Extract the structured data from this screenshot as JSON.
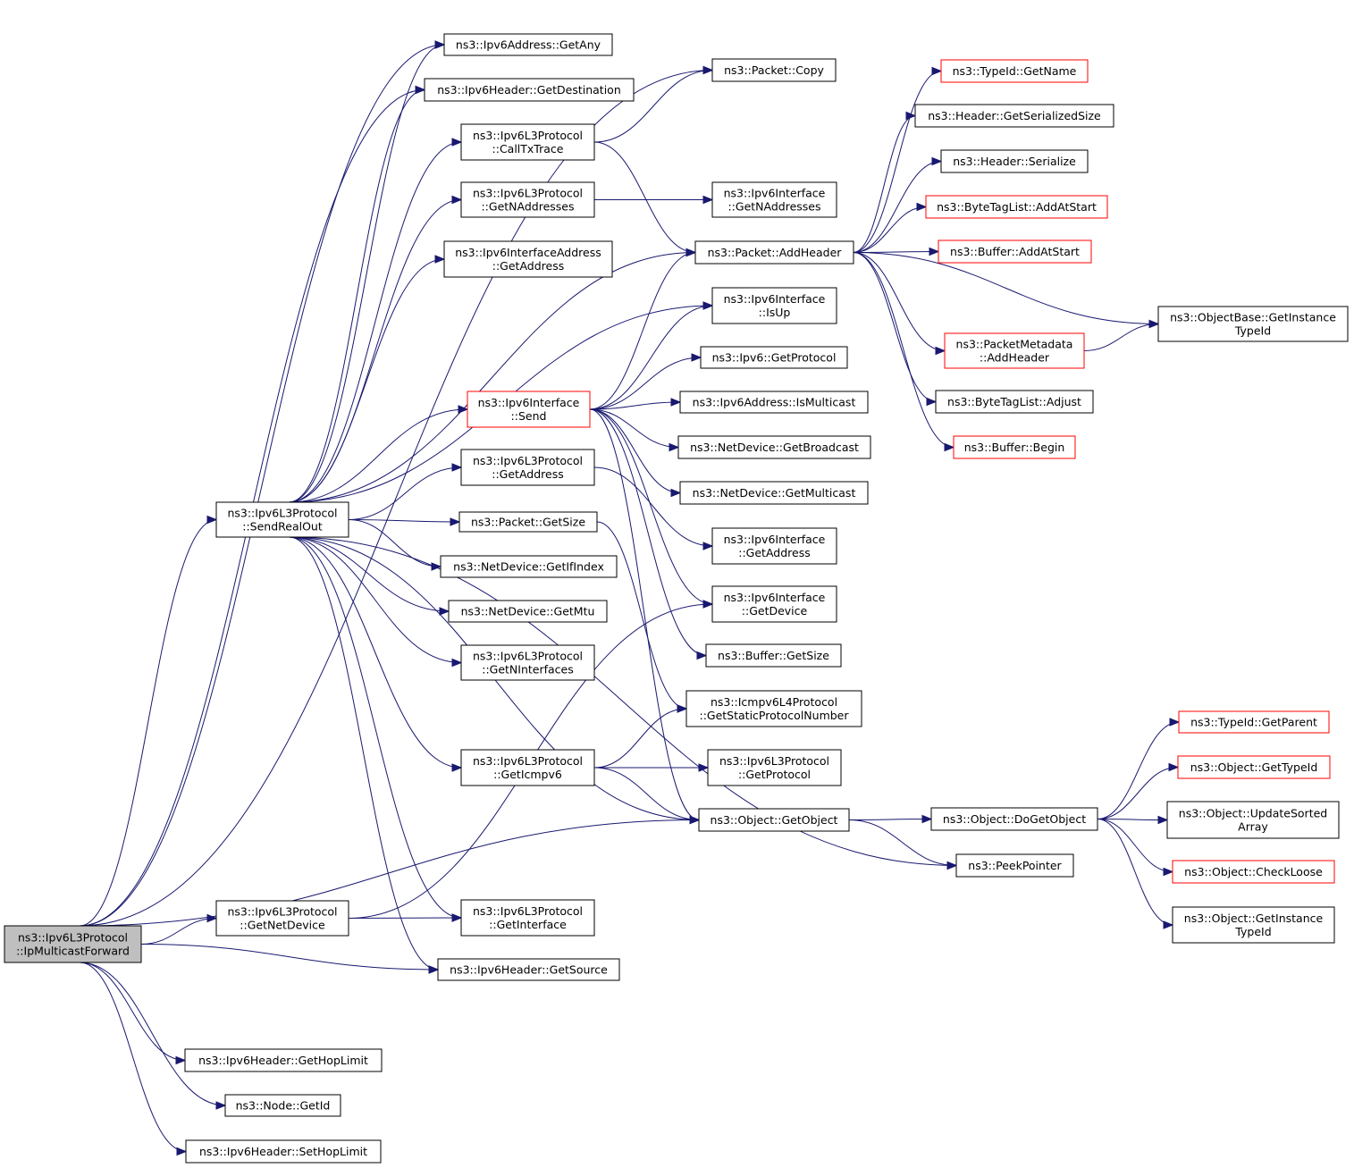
{
  "colors": {
    "edge": "#191970",
    "border": "#000000",
    "partial_border": "#ff0000",
    "root_fill": "#bfbfbf"
  },
  "nodes": [
    {
      "id": "root",
      "lines": [
        "ns3::Ipv6L3Protocol",
        "::IpMulticastForward"
      ],
      "style": "root"
    },
    {
      "id": "sendRealOut",
      "lines": [
        "ns3::Ipv6L3Protocol",
        "::SendRealOut"
      ]
    },
    {
      "id": "getNetDevice",
      "lines": [
        "ns3::Ipv6L3Protocol",
        "::GetNetDevice"
      ]
    },
    {
      "id": "getHopLimit",
      "lines": [
        "ns3::Ipv6Header::GetHopLimit"
      ]
    },
    {
      "id": "nodeGetId",
      "lines": [
        "ns3::Node::GetId"
      ]
    },
    {
      "id": "setHopLimit",
      "lines": [
        "ns3::Ipv6Header::SetHopLimit"
      ]
    },
    {
      "id": "getAny",
      "lines": [
        "ns3::Ipv6Address::GetAny"
      ]
    },
    {
      "id": "getDestination",
      "lines": [
        "ns3::Ipv6Header::GetDestination"
      ]
    },
    {
      "id": "callTxTrace",
      "lines": [
        "ns3::Ipv6L3Protocol",
        "::CallTxTrace"
      ]
    },
    {
      "id": "l3GetNAddresses",
      "lines": [
        "ns3::Ipv6L3Protocol",
        "::GetNAddresses"
      ]
    },
    {
      "id": "ifaceAddrGetAddress",
      "lines": [
        "ns3::Ipv6InterfaceAddress",
        "::GetAddress"
      ]
    },
    {
      "id": "ifaceSend",
      "lines": [
        "ns3::Ipv6Interface",
        "::Send"
      ],
      "style": "partial"
    },
    {
      "id": "l3GetAddress",
      "lines": [
        "ns3::Ipv6L3Protocol",
        "::GetAddress"
      ]
    },
    {
      "id": "packetGetSize",
      "lines": [
        "ns3::Packet::GetSize"
      ]
    },
    {
      "id": "getIfIndex",
      "lines": [
        "ns3::NetDevice::GetIfIndex"
      ]
    },
    {
      "id": "getMtu",
      "lines": [
        "ns3::NetDevice::GetMtu"
      ]
    },
    {
      "id": "getNInterfaces",
      "lines": [
        "ns3::Ipv6L3Protocol",
        "::GetNInterfaces"
      ]
    },
    {
      "id": "getIcmpv6",
      "lines": [
        "ns3::Ipv6L3Protocol",
        "::GetIcmpv6"
      ]
    },
    {
      "id": "l3GetInterface",
      "lines": [
        "ns3::Ipv6L3Protocol",
        "::GetInterface"
      ]
    },
    {
      "id": "getSource",
      "lines": [
        "ns3::Ipv6Header::GetSource"
      ]
    },
    {
      "id": "packetCopy",
      "lines": [
        "ns3::Packet::Copy"
      ]
    },
    {
      "id": "ifaceGetNAddresses",
      "lines": [
        "ns3::Ipv6Interface",
        "::GetNAddresses"
      ]
    },
    {
      "id": "addHeader",
      "lines": [
        "ns3::Packet::AddHeader"
      ]
    },
    {
      "id": "isUp",
      "lines": [
        "ns3::Ipv6Interface",
        "::IsUp"
      ]
    },
    {
      "id": "ipv6GetProtocol",
      "lines": [
        "ns3::Ipv6::GetProtocol"
      ]
    },
    {
      "id": "isMulticast",
      "lines": [
        "ns3::Ipv6Address::IsMulticast"
      ]
    },
    {
      "id": "getBroadcast",
      "lines": [
        "ns3::NetDevice::GetBroadcast"
      ]
    },
    {
      "id": "getMulticast",
      "lines": [
        "ns3::NetDevice::GetMulticast"
      ]
    },
    {
      "id": "ifaceGetAddress",
      "lines": [
        "ns3::Ipv6Interface",
        "::GetAddress"
      ]
    },
    {
      "id": "ifaceGetDevice",
      "lines": [
        "ns3::Ipv6Interface",
        "::GetDevice"
      ]
    },
    {
      "id": "bufferGetSize",
      "lines": [
        "ns3::Buffer::GetSize"
      ]
    },
    {
      "id": "icmpStatic",
      "lines": [
        "ns3::Icmpv6L4Protocol",
        "::GetStaticProtocolNumber"
      ]
    },
    {
      "id": "l3GetProtocol",
      "lines": [
        "ns3::Ipv6L3Protocol",
        "::GetProtocol"
      ]
    },
    {
      "id": "getObject",
      "lines": [
        "ns3::Object::GetObject"
      ]
    },
    {
      "id": "typeIdGetName",
      "lines": [
        "ns3::TypeId::GetName"
      ],
      "style": "partial"
    },
    {
      "id": "getSerializedSize",
      "lines": [
        "ns3::Header::GetSerializedSize"
      ]
    },
    {
      "id": "headerSerialize",
      "lines": [
        "ns3::Header::Serialize"
      ]
    },
    {
      "id": "btlAddAtStart",
      "lines": [
        "ns3::ByteTagList::AddAtStart"
      ],
      "style": "partial"
    },
    {
      "id": "bufAddAtStart",
      "lines": [
        "ns3::Buffer::AddAtStart"
      ],
      "style": "partial"
    },
    {
      "id": "objBaseGetInstance",
      "lines": [
        "ns3::ObjectBase::GetInstance",
        "TypeId"
      ]
    },
    {
      "id": "pmAddHeader",
      "lines": [
        "ns3::PacketMetadata",
        "::AddHeader"
      ],
      "style": "partial"
    },
    {
      "id": "btlAdjust",
      "lines": [
        "ns3::ByteTagList::Adjust"
      ]
    },
    {
      "id": "bufBegin",
      "lines": [
        "ns3::Buffer::Begin"
      ],
      "style": "partial"
    },
    {
      "id": "doGetObject",
      "lines": [
        "ns3::Object::DoGetObject"
      ]
    },
    {
      "id": "peekPointer",
      "lines": [
        "ns3::PeekPointer"
      ]
    },
    {
      "id": "getParent",
      "lines": [
        "ns3::TypeId::GetParent"
      ],
      "style": "partial"
    },
    {
      "id": "objGetTypeId",
      "lines": [
        "ns3::Object::GetTypeId"
      ],
      "style": "partial"
    },
    {
      "id": "updateSorted",
      "lines": [
        "ns3::Object::UpdateSorted",
        "Array"
      ]
    },
    {
      "id": "checkLoose",
      "lines": [
        "ns3::Object::CheckLoose"
      ],
      "style": "partial"
    },
    {
      "id": "objGetInstance",
      "lines": [
        "ns3::Object::GetInstance",
        "TypeId"
      ]
    }
  ]
}
